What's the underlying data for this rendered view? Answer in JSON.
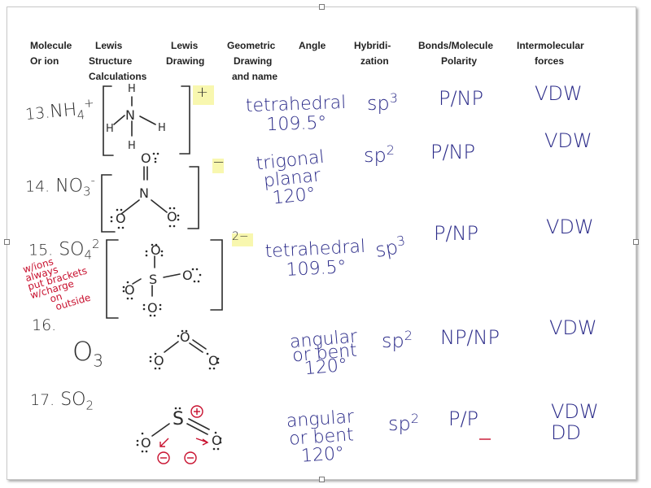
{
  "headers": {
    "molecule": [
      "Molecule",
      "Or ion"
    ],
    "lewis_calc": [
      "Lewis",
      "Structure",
      "Calculations"
    ],
    "lewis_drawing": [
      "Lewis",
      "Drawing"
    ],
    "geometric": [
      "Geometric",
      "Drawing",
      "and name"
    ],
    "angle": [
      "Angle"
    ],
    "hybridization": [
      "Hybridi-",
      "zation"
    ],
    "bonds": [
      "Bonds/Molecule",
      "Polarity"
    ],
    "imf": [
      "Intermolecular",
      "forces"
    ]
  },
  "rows": [
    {
      "number": "13.",
      "formula": "NH",
      "sub": "4",
      "sup": "+",
      "charge": "+",
      "geometry": [
        "tetrahedral",
        "109.5°"
      ],
      "hybrid": "sp",
      "hybrid_sup": "3",
      "polarity": "P/NP",
      "forces": [
        "VDW"
      ]
    },
    {
      "number": "14.",
      "formula": "NO",
      "sub": "3",
      "sup": "-",
      "charge": "−",
      "geometry": [
        "trigonal",
        "planar",
        "120°"
      ],
      "hybrid": "sp",
      "hybrid_sup": "2",
      "polarity": "P/NP",
      "forces": [
        "VDW"
      ]
    },
    {
      "number": "15.",
      "formula": "SO",
      "sub": "4",
      "sup": "2",
      "charge": "2−",
      "geometry": [
        "tetrahedral",
        "109.5°"
      ],
      "hybrid": "sp",
      "hybrid_sup": "3",
      "polarity": "P/NP",
      "forces": [
        "VDW"
      ]
    },
    {
      "number": "16.",
      "formula": "O",
      "sub": "3",
      "sup": "",
      "charge": "",
      "geometry": [
        "angular",
        "or bent",
        "120°"
      ],
      "hybrid": "sp",
      "hybrid_sup": "2",
      "polarity": "NP/NP",
      "forces": [
        "VDW"
      ]
    },
    {
      "number": "17.",
      "formula": "SO",
      "sub": "2",
      "sup": "",
      "charge": "",
      "geometry": [
        "angular",
        "or bent",
        "120°"
      ],
      "hybrid": "sp",
      "hybrid_sup": "2",
      "polarity": "P/P",
      "forces": [
        "VDW",
        "DD"
      ]
    }
  ],
  "margin_note": [
    "w/ions",
    "always",
    "put brackets",
    "w/charge",
    "on",
    "outside"
  ],
  "atoms": {
    "h": "H",
    "n": "N",
    "o": "O",
    "s": "S"
  },
  "colors": {
    "ink": "#2a2a88",
    "pencil": "#2b2b2b",
    "note": "#c8102e",
    "highlight": "#f2f06e"
  }
}
